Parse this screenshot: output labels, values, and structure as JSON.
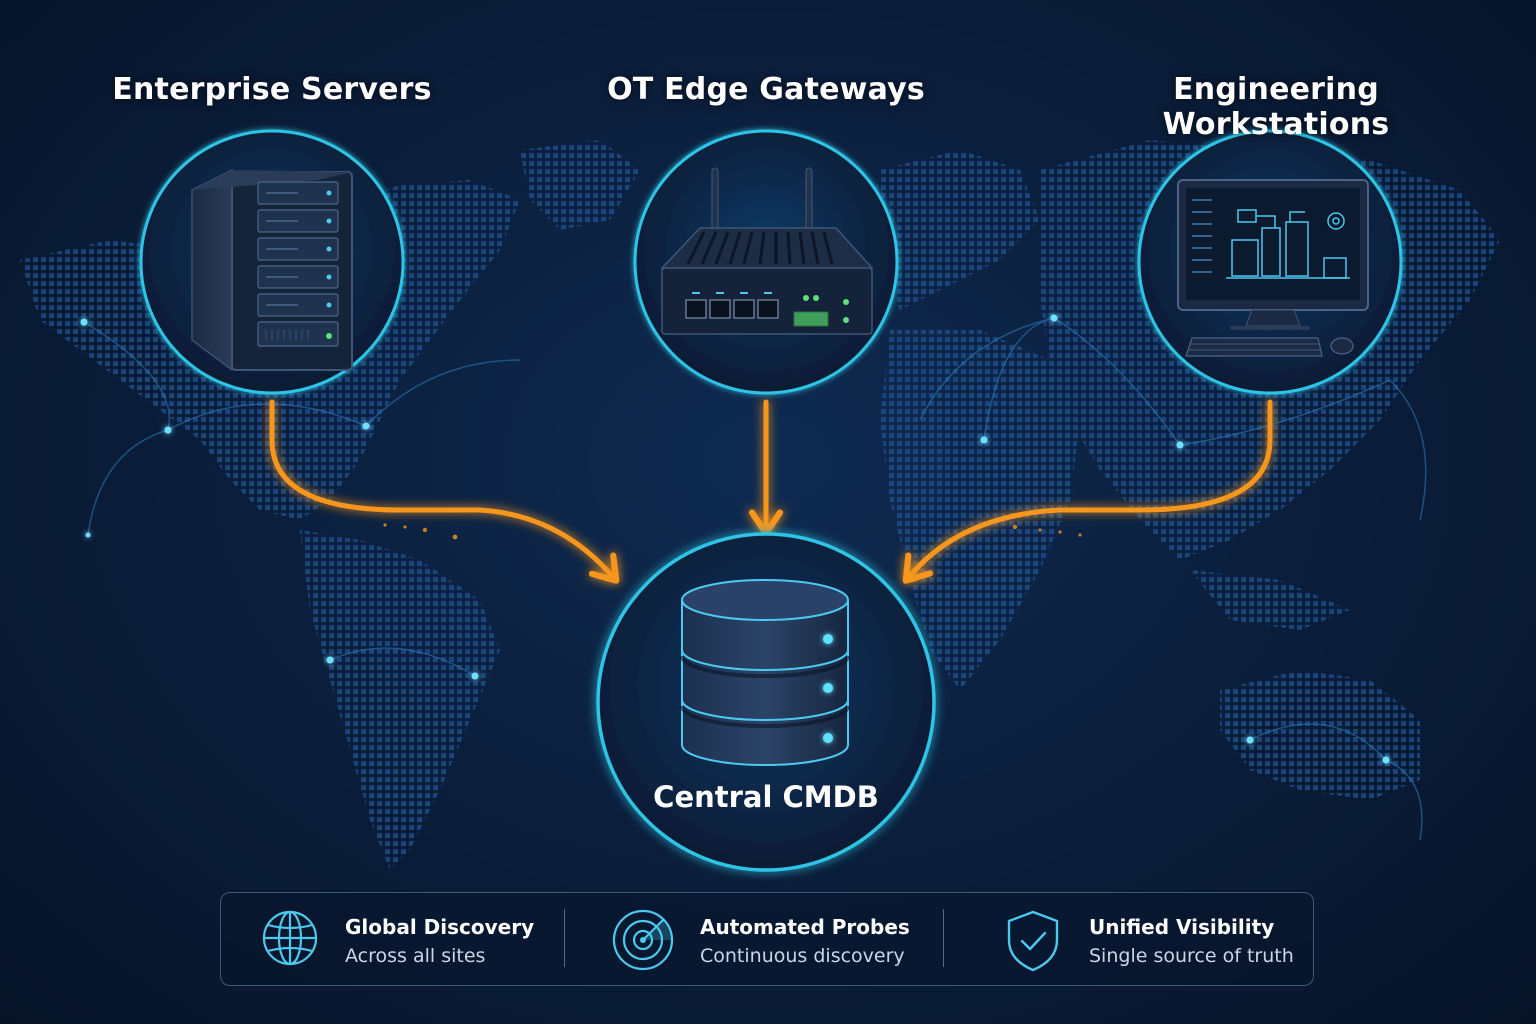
{
  "nodes": {
    "enterprise_servers": {
      "title": "Enterprise Servers"
    },
    "ot_edge_gateways": {
      "title": "OT Edge Gateways"
    },
    "engineering_workstations": {
      "title": "Engineering Workstations"
    }
  },
  "center": {
    "title": "Central CMDB"
  },
  "features": [
    {
      "title": "Global Discovery",
      "subtitle": "Across all sites",
      "icon": "globe-icon"
    },
    {
      "title": "Automated Probes",
      "subtitle": "Continuous discovery",
      "icon": "radar-icon"
    },
    {
      "title": "Unified Visibility",
      "subtitle": "Single source of truth",
      "icon": "shield-check-icon"
    }
  ],
  "colors": {
    "background": "#0b1f3d",
    "accent_cyan": "#2fc4e6",
    "arrow_orange": "#f7961e",
    "map_dots": "#1f4f86"
  }
}
